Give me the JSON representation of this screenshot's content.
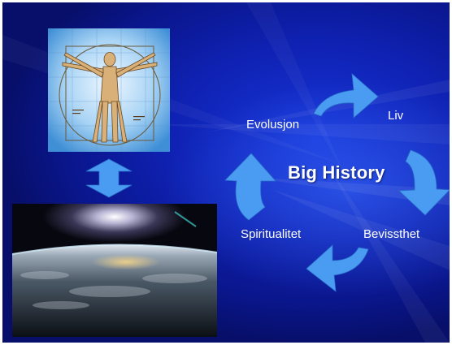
{
  "diagram": {
    "center_label": "Big History",
    "cycle_labels": {
      "evolusjon": "Evolusjon",
      "liv": "Liv",
      "bevissthet": "Bevissthet",
      "spiritualitet": "Spiritualitet"
    }
  },
  "colors": {
    "background": "#0f22b4",
    "arrow": "#4a9cf2",
    "text": "#ffffff"
  },
  "images": {
    "top": "vitruvian-man-drawing",
    "bottom": "earth-from-orbit-photo"
  }
}
